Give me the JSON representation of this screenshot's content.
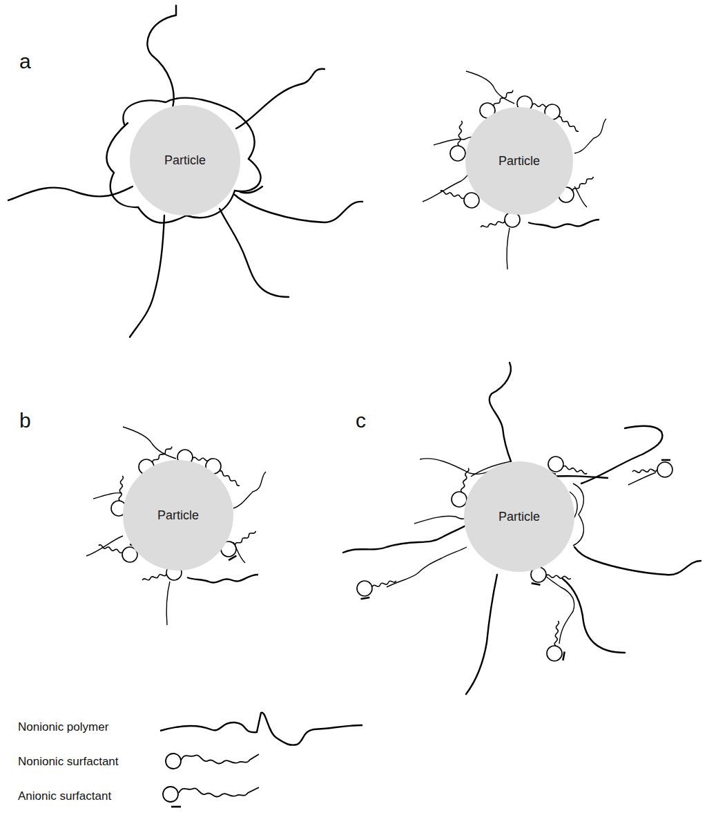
{
  "diagram": {
    "nodes": [
      {
        "text": [
          "Particle"
        ]
      },
      {
        "text": [
          "Particle"
        ]
      },
      {
        "text": [
          "Particle"
        ]
      },
      {
        "text": [
          "Particle"
        ]
      }
    ],
    "labels": [
      "a",
      "b",
      "c"
    ],
    "legend": [
      {
        "text": "Nonionic polymer"
      },
      {
        "text": "Nonionic surfactant"
      },
      {
        "text": "Anionic surfactant"
      }
    ]
  }
}
